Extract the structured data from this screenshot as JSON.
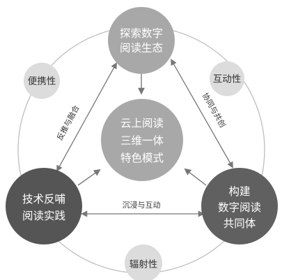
{
  "colors": {
    "node_light": "#a8a8a8",
    "node_dark": "#555555",
    "node_darker": "#606060",
    "attr_fill": "#dcdcdc",
    "ring": "#bdbdbd",
    "arrow": "#777777"
  },
  "nodes": {
    "top": {
      "lines": [
        "探索数字",
        "阅读生态"
      ]
    },
    "center": {
      "lines": [
        "云上阅读",
        "三维一体",
        "特色模式"
      ]
    },
    "left": {
      "lines": [
        "技术反哺",
        "阅读实践"
      ]
    },
    "right": {
      "lines": [
        "构建",
        "数字阅读",
        "共同体"
      ]
    }
  },
  "attributes": {
    "left": "便携性",
    "right": "互动性",
    "bottom": "辐射性"
  },
  "edges": {
    "left_top": "反推与融合",
    "top_right": "协同与共创",
    "left_right": "沉浸与互动"
  }
}
